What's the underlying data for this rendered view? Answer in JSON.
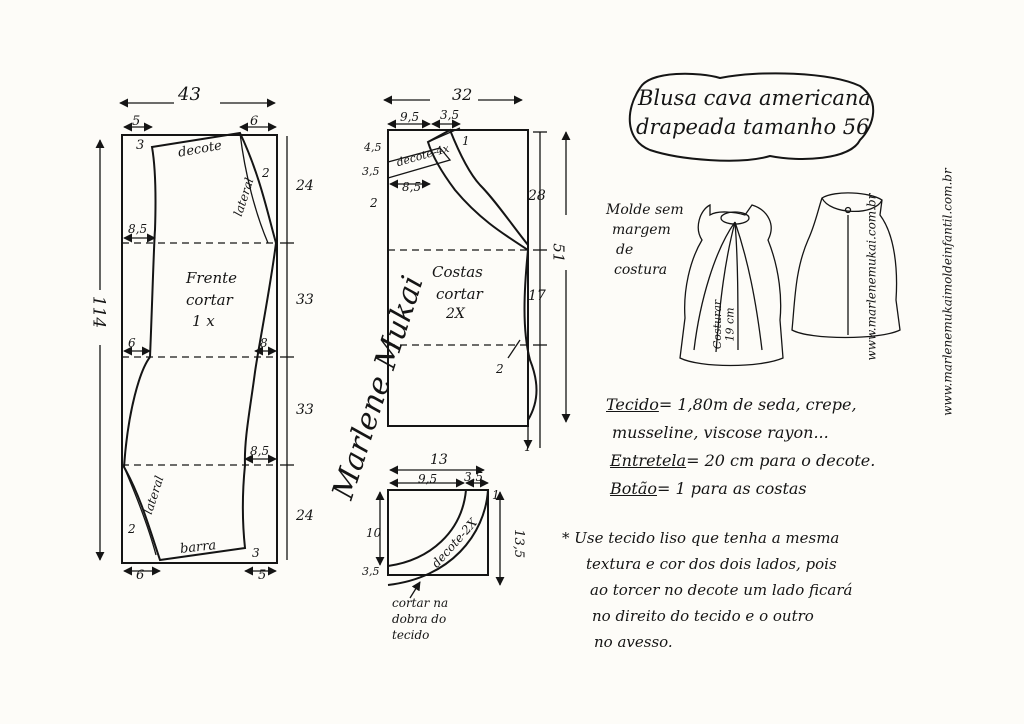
{
  "title": {
    "line1": "Blusa cava americana",
    "line2": "drapeada tamanho 56"
  },
  "front": {
    "label": "Frente",
    "cut1": "cortar",
    "cut2": "1 x",
    "width": "43",
    "height": "114",
    "top_left": "5",
    "top_right": "6",
    "top_side": "3",
    "neck_label": "decote",
    "side_label": "lateral",
    "side_label2": "lateral",
    "hem_label": "barra",
    "seg1": "24",
    "seg2": "33",
    "seg3": "33",
    "seg4": "24",
    "in1": "8,5",
    "in2": "6",
    "in3": "8",
    "in4": "8,5",
    "curve_top": "2",
    "curve_bottom": "2",
    "bot_left": "6",
    "bot_right": "5",
    "bot_hem": "3"
  },
  "back": {
    "label": "Costas",
    "cut1": "cortar",
    "cut2": "2X",
    "width": "32",
    "height": "51",
    "top1": "9,5",
    "top2": "3,5",
    "top3": "1",
    "left1": "4,5",
    "left2": "3,5",
    "left3": "2",
    "inner": "8,5",
    "neck_label": "decote-4x",
    "seg1": "28",
    "seg2": "17",
    "dart": "2",
    "bottom": "1"
  },
  "collar": {
    "width": "13",
    "w1": "9,5",
    "w2": "3,5",
    "top_right": "1",
    "left1": "10",
    "left2": "3,5",
    "right": "13,5",
    "label": "decote-2X",
    "note1": "cortar na",
    "note2": "dobra do",
    "note3": "tecido"
  },
  "signature": "Marlene Mukai",
  "model_label": {
    "l1": "Molde sem",
    "l2": "margem",
    "l3": "de",
    "l4": "costura"
  },
  "sketch_label": {
    "l1": "Costurar",
    "l2": "19 cm"
  },
  "websites": {
    "s1": "www.marlenemukai.com.br",
    "s2": "www.marlenemukaimoldeinfantil.com.br"
  },
  "materials": {
    "fabric_key": "Tecido",
    "fabric_text": "= 1,80m de seda, crepe,",
    "fabric_text2": "musseline, viscose rayon...",
    "interfacing_key": "Entretela",
    "interfacing_text": "= 20 cm para o decote.",
    "button_key": "Botão",
    "button_text": "= 1 para as costas"
  },
  "note": {
    "l1": "* Use tecido liso que tenha a mesma",
    "l2": "textura e cor dos dois lados, pois",
    "l3": "ao torcer no decote um lado ficará",
    "l4": "no direito do tecido e o outro",
    "l5": "no avesso."
  }
}
